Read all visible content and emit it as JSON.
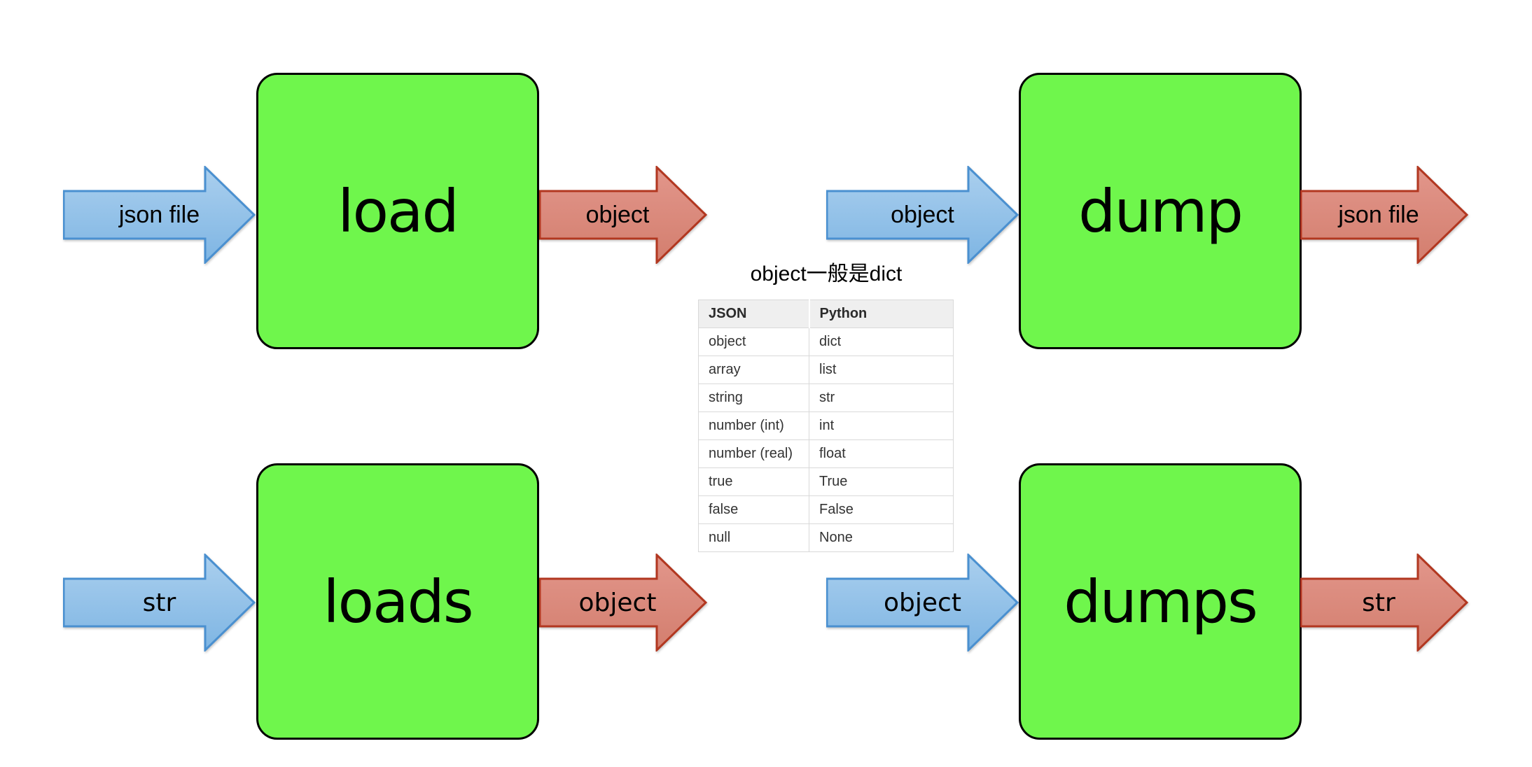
{
  "title": "object一般是dict",
  "diagram": {
    "quadrants": [
      {
        "function": "load",
        "input": "json file",
        "output": "object"
      },
      {
        "function": "dump",
        "input": "object",
        "output": "json file"
      },
      {
        "function": "loads",
        "input": "str",
        "output": "object"
      },
      {
        "function": "dumps",
        "input": "object",
        "output": "str"
      }
    ]
  },
  "table": {
    "headers": [
      "JSON",
      "Python"
    ],
    "rows": [
      [
        "object",
        "dict"
      ],
      [
        "array",
        "list"
      ],
      [
        "string",
        "str"
      ],
      [
        "number (int)",
        "int"
      ],
      [
        "number (real)",
        "float"
      ],
      [
        "true",
        "True"
      ],
      [
        "false",
        "False"
      ],
      [
        "null",
        "None"
      ]
    ]
  },
  "colors": {
    "box_fill": "#6FF64C",
    "box_border": "#000000",
    "input_arrow_fill_top": "#AACFEE",
    "input_arrow_fill_bottom": "#7EB5E3",
    "input_arrow_border": "#4A90D0",
    "output_arrow_fill_top": "#E2968B",
    "output_arrow_fill_bottom": "#D37E6E",
    "output_arrow_border": "#B23720",
    "table_header_bg": "#EFEFEF",
    "table_border": "#D9D9D9",
    "table_text": "#333333",
    "label_text": "#000000"
  }
}
